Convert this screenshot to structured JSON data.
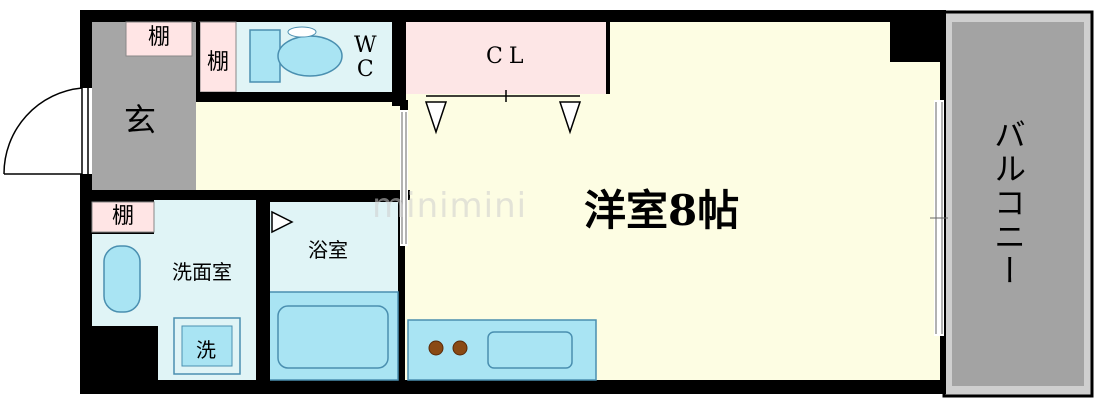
{
  "floorplan": {
    "rooms": {
      "entrance": "玄",
      "wc": "W\nC",
      "closet": "CL",
      "western_room": "洋室8帖",
      "balcony": "バルコニー",
      "washroom": "洗面室",
      "bathroom": "浴室",
      "washer": "洗"
    },
    "shelves": {
      "entrance": "棚",
      "wc": "棚",
      "washroom": "棚"
    },
    "watermark": "minimini"
  },
  "colors": {
    "wall": "#000000",
    "room_floor": "#fdfde3",
    "entrance_floor": "#a6a6a6",
    "balcony_floor": "#a3a3a3",
    "wet_area": "#e0f4f6",
    "fixture": "#a9e4f3",
    "fixture_border": "#4a8fb0",
    "closet": "#fde6e6",
    "shelf": "#ffe5e5"
  }
}
